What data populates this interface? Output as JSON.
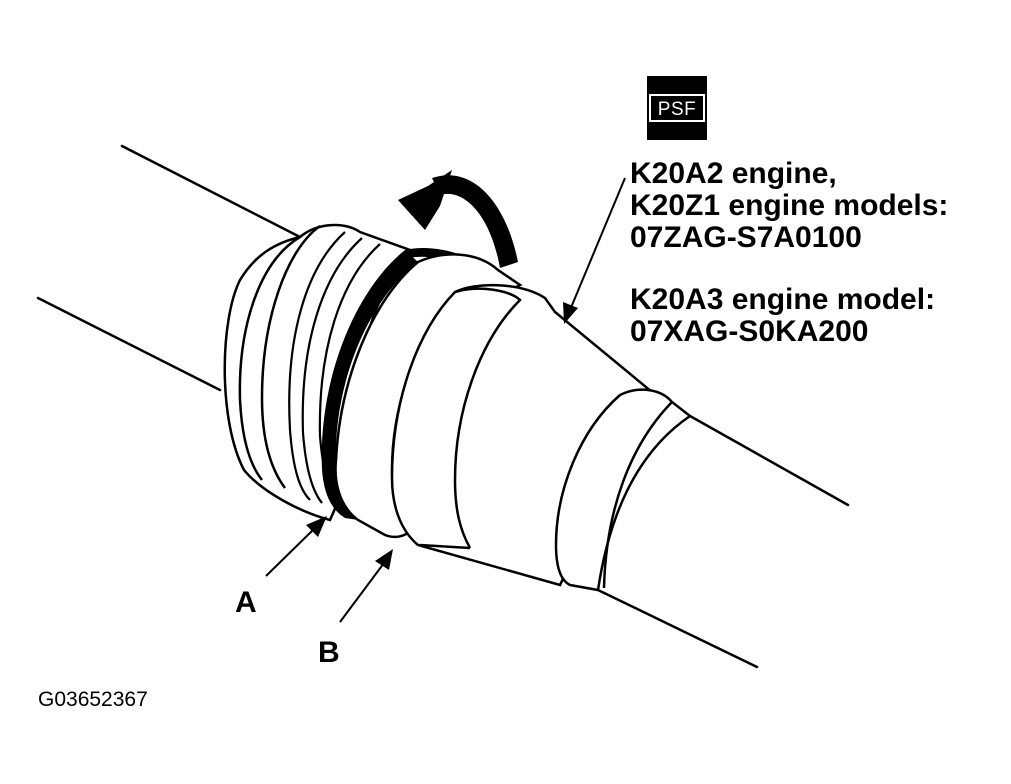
{
  "psf_badge": {
    "text": "PSF"
  },
  "tool_callout": {
    "line1": "K20A2 engine,",
    "line2": "K20Z1 engine models:",
    "line3": "07ZAG-S7A0100",
    "line4": "K20A3 engine model:",
    "line5": "07XAG-S0KA200"
  },
  "labels": {
    "a": "A",
    "b": "B"
  },
  "figure_id": "G03652367",
  "colors": {
    "ink": "#000000",
    "paper": "#ffffff"
  },
  "icons": {
    "rotation": "rotation-arrow-icon"
  }
}
